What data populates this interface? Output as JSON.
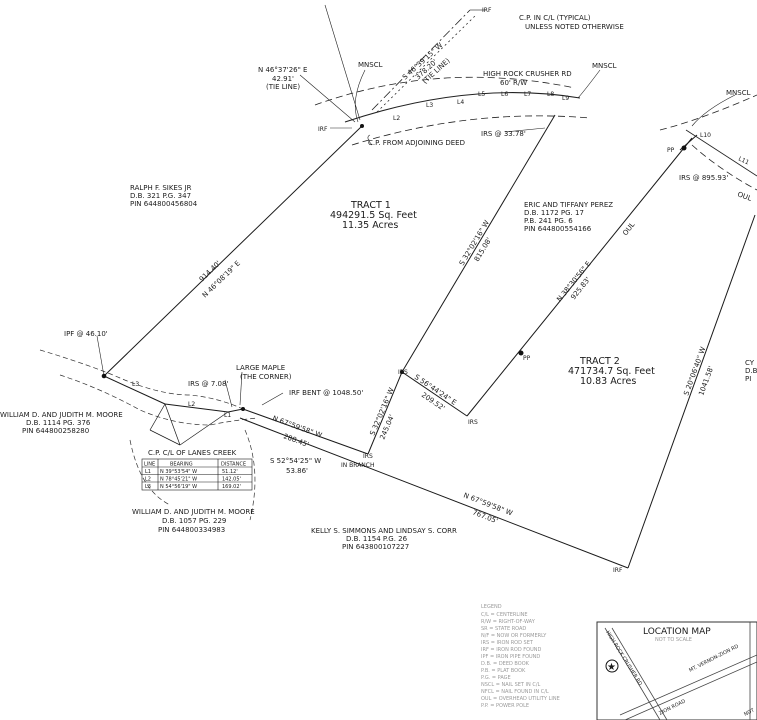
{
  "top_notes": {
    "cp_note_1": "C.P. IN C/L (TYPICAL)",
    "cp_note_2": "UNLESS NOTED OTHERWISE",
    "irf_top": "IRF"
  },
  "road": {
    "name": "HIGH ROCK CRUSHER RD",
    "rw": "60' R/W",
    "bearing": "S 46°39'15\" W",
    "distance": "378.20'",
    "tie": "(TIE LINE)",
    "mnscl_left": "MNSCL",
    "mnscl_right": "MNSCL",
    "mnscl_far": "MNSCL"
  },
  "tie_line": {
    "bearing": "N 46°37'26\" E",
    "distance": "42.91'",
    "label": "(TIE LINE)"
  },
  "points": {
    "irf_cp": "IRF",
    "cp_adjoining": "C.P. FROM ADJOINING DEED",
    "irs_3378": "IRS @ 33.78'",
    "irs_89593": "IRS @ 895.93'",
    "pp_top": "PP",
    "pp_mid": "PP",
    "ipf": "IPF @ 46.10'",
    "irs_708": "IRS @ 7.08'",
    "large_maple_1": "LARGE MAPLE",
    "large_maple_2": "(THE CORNER)",
    "irf_bent": "IRF BENT @ 1048.50'",
    "irs_mid": "IRS",
    "irs_low": "IRS",
    "irs_branch_1": "IRS",
    "irs_branch_2": "IN BRANCH",
    "irf_bottom": "IRF",
    "oul_1": "OUL",
    "oul_2": "OUL"
  },
  "line_labels": [
    "L1",
    "L2",
    "L3",
    "L4",
    "L5",
    "L6",
    "L7",
    "L8",
    "L9",
    "L10",
    "L11",
    "L2",
    "L3",
    "L1"
  ],
  "tract1": {
    "name": "TRACT 1",
    "sqft": "494291.5 Sq. Feet",
    "acres": "11.35 Acres"
  },
  "tract2": {
    "name": "TRACT 2",
    "sqft": "471734.7 Sq. Feet",
    "acres": "10.83 Acres"
  },
  "bearings": {
    "west_line": "N 46°08'19\" E",
    "west_dist": "914.40'",
    "center_line": "S 32°02'16\" W",
    "center_dist": "815.08'",
    "perez_line": "N 38°30'56\" E",
    "perez_dist": "925.83'",
    "east_line": "S 20°06'40\" W",
    "east_dist": "1041.58'",
    "mid_seg": "S 56°44'24\" E",
    "mid_dist": "209.52'",
    "low_center": "S 32°02'16\" W",
    "low_center_dist": "245.04'",
    "south_a": "N 67°59'58\" W",
    "south_a_dist": "288.45'",
    "south_b": "S 52°54'25\" W",
    "south_b_dist": "53.86'",
    "south_c": "N 67°59'58\" W",
    "south_c_dist": "767.05'"
  },
  "owners": {
    "sikes": [
      "RALPH F. SIKES JR",
      "D.B. 321 P.G. 347",
      "PIN 644800456804"
    ],
    "perez": [
      "ERIC AND TIFFANY PEREZ",
      "D.B. 1172 PG. 17",
      "P.B. 241 PG. 6",
      "PIN 644800554166"
    ],
    "moore_top": [
      "WILLIAM D. AND JUDITH M. MOORE",
      "D.B. 1114 PG. 376",
      "PIN 644800258280"
    ],
    "moore_bottom": [
      "WILLIAM D. AND JUDITH M. MOORE",
      "D.B. 1057 PG. 229",
      "PIN 644800334983"
    ],
    "simmons": [
      "KELLY S. SIMMONS AND LINDSAY S. CORR",
      "D.B. 1154 P.G. 26",
      "PIN 643800107227"
    ],
    "cy": [
      "CY",
      "D.B",
      "PI"
    ]
  },
  "creek": "C.P. C/L OF LANES CREEK",
  "line_table": {
    "headers": [
      "LINE",
      "BEARING",
      "DISTANCE"
    ],
    "rows": [
      [
        "L1",
        "N 39°53'54\" W",
        "51.12'"
      ],
      [
        "L2",
        "N 78°45'21\" W",
        "142.05'"
      ],
      [
        "L3",
        "N 54°56'19\" W",
        "169.02'"
      ]
    ]
  },
  "legend": {
    "title": "LEGEND",
    "items": [
      "C/L = CENTERLINE",
      "R/W = RIGHT-OF-WAY",
      "SR = STATE ROAD",
      "N/F = NOW OR FORMERLY",
      "IRS = IRON ROD SET",
      "IRF = IRON ROD FOUND",
      "IPF = IRON PIPE FOUND",
      "D.B. = DEED BOOK",
      "P.B. = PLAT BOOK",
      "P.G. = PAGE",
      "NSCL = NAIL SET IN C/L",
      "NFCL = NAIL FOUND IN C/L",
      "OUL = OVERHEAD UTILITY LINE",
      "P.P. = POWER POLE"
    ]
  },
  "location_map": {
    "title": "LOCATION MAP",
    "subtitle": "NOT TO SCALE",
    "road1": "HIGH ROCK CRUSHER RD",
    "road2": "MT. VERNON-ZION RD",
    "road3": "ZION ROAD",
    "road4": "NOT",
    "title_color": "#d23a3a"
  }
}
